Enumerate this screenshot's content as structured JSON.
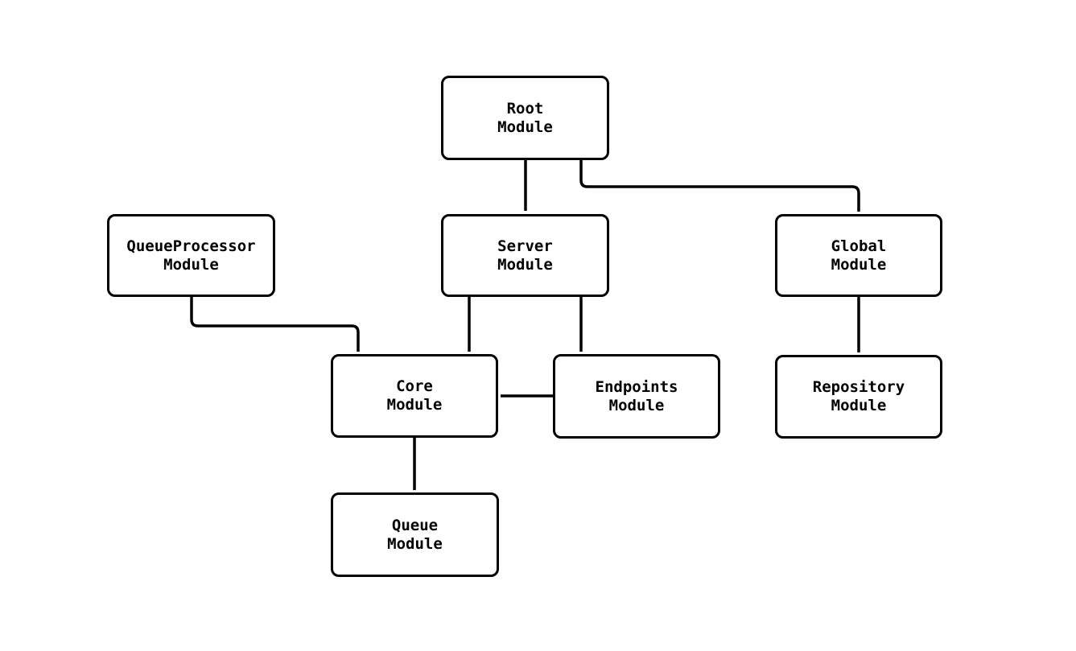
{
  "diagram": {
    "background_color": "#ffffff",
    "line_color": "#000000",
    "node_fill_color": "#ffffff",
    "node_border_color": "#000000",
    "text_color": "#000000",
    "nodes": [
      {
        "id": "root",
        "line1": "Root",
        "line2": "Module"
      },
      {
        "id": "queueprocessor",
        "line1": "QueueProcessor",
        "line2": "Module"
      },
      {
        "id": "server",
        "line1": "Server",
        "line2": "Module"
      },
      {
        "id": "global",
        "line1": "Global",
        "line2": "Module"
      },
      {
        "id": "core",
        "line1": "Core",
        "line2": "Module"
      },
      {
        "id": "endpoints",
        "line1": "Endpoints",
        "line2": "Module"
      },
      {
        "id": "repository",
        "line1": "Repository",
        "line2": "Module"
      },
      {
        "id": "queue",
        "line1": "Queue",
        "line2": "Module"
      }
    ],
    "edges": [
      {
        "from": "Root Module",
        "to": "Server Module"
      },
      {
        "from": "Root Module",
        "to": "Global Module"
      },
      {
        "from": "QueueProcessor Module",
        "to": "Core Module"
      },
      {
        "from": "Server Module",
        "to": "Core Module"
      },
      {
        "from": "Server Module",
        "to": "Endpoints Module"
      },
      {
        "from": "Global Module",
        "to": "Repository Module"
      },
      {
        "from": "Endpoints Module",
        "to": "Core Module"
      },
      {
        "from": "Core Module",
        "to": "Queue Module"
      }
    ]
  }
}
